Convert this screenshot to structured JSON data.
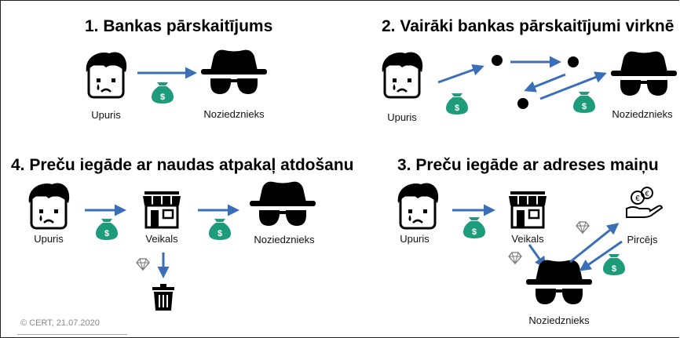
{
  "titles": {
    "s1": "1. Bankas pārskaitījums",
    "s2": "2. Vairāki bankas pārskaitījumi virknē",
    "s4": "4. Preču iegāde ar naudas atpakaļ atdošanu",
    "s3": "3. Preču iegāde ar adreses maiņu"
  },
  "labels": {
    "victim": "Upuris",
    "criminal": "Noziedznieks",
    "shop": "Veikals",
    "buyer": "Pircējs"
  },
  "credit": "© CERT, 21.07.2020",
  "colors": {
    "arrow": "#3a6fb7",
    "money": "#1e9b7a",
    "ink": "#000000",
    "skin": "#ffffff"
  },
  "icons": [
    "victim-face-icon",
    "criminal-hat-icon",
    "money-bag-icon",
    "shop-icon",
    "diamond-icon",
    "trash-can-icon",
    "euro-hand-icon"
  ]
}
